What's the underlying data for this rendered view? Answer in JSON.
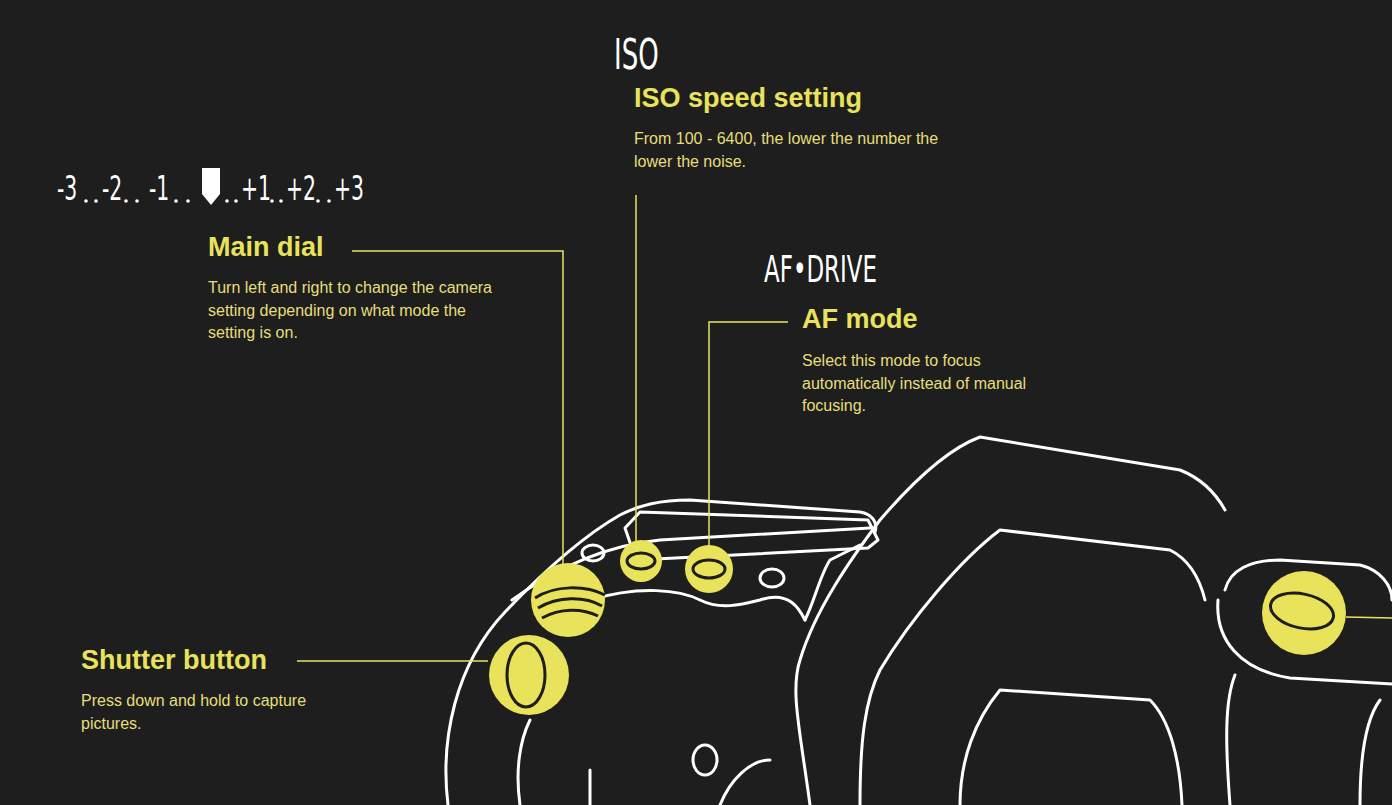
{
  "diagram": {
    "labels": [
      "ISO",
      "ISO speed setting",
      "From 100 - 6400, the lower the number the lower the noise.",
      "-3",
      "-2",
      "-1",
      "+1",
      "+2",
      "+3",
      "Main dial",
      "Turn left and right to change the camera setting depending on what mode the setting is on.",
      "AF•DRIVE",
      "AF mode",
      "Select this mode to focus automatically instead of manual focusing.",
      "Shutter button",
      "Press down and hold to capture pictures."
    ]
  }
}
